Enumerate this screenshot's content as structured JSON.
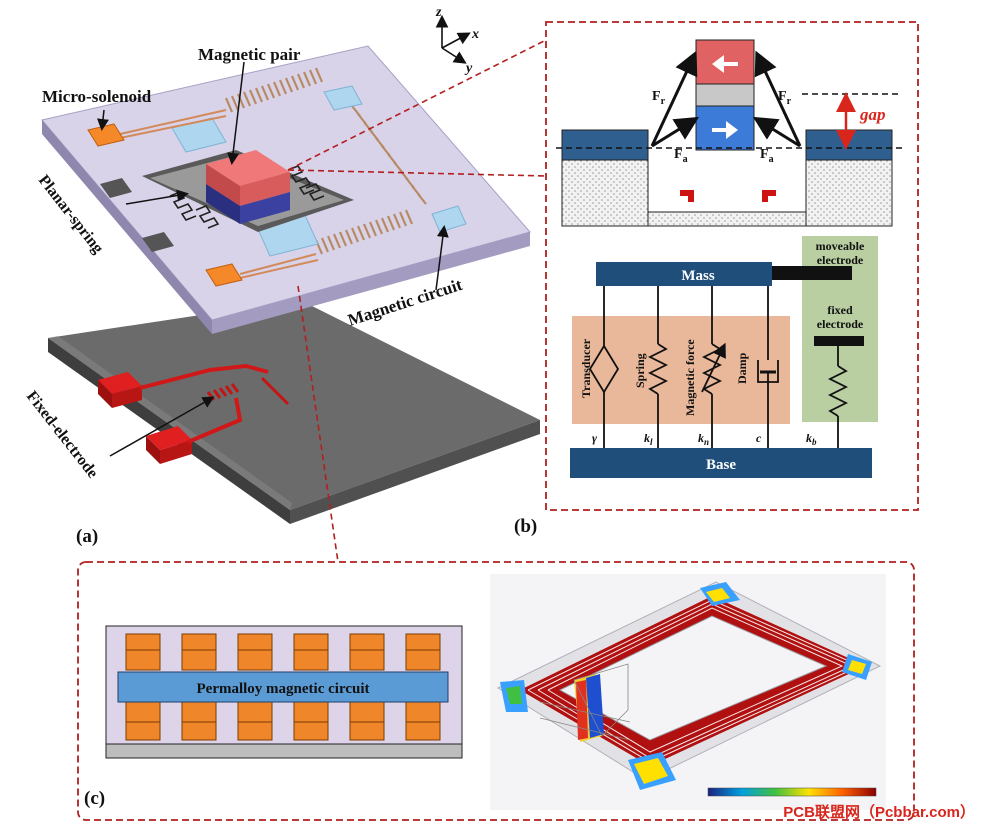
{
  "panel_a": {
    "label": "(a)",
    "axes": {
      "z": "z",
      "x": "x",
      "y": "y"
    },
    "callouts": {
      "micro_solenoid": "Micro-solenoid",
      "magnetic_pair": "Magnetic pair",
      "planar_spring": "Planar-spring",
      "magnetic_circuit": "Magnetic circuit",
      "fixed_electrode": "Fixed-electrode"
    }
  },
  "panel_b": {
    "label": "(b)",
    "force_labels": {
      "fr_left": "F",
      "fr_right": "F",
      "fa_left": "F",
      "fa_right": "F",
      "r_sub": "r",
      "a_sub": "a"
    },
    "gap_label": "gap",
    "model": {
      "mass": "Mass",
      "base": "Base",
      "moveable_electrode": [
        "moveable",
        "electrode"
      ],
      "fixed_electrode": [
        "fixed",
        "electrode"
      ],
      "elements": [
        "Transducer",
        "Spring",
        "Magnetic force",
        "Damp"
      ],
      "params": {
        "gamma": "γ",
        "kl": "k",
        "kl_sub": "l",
        "kn": "k",
        "kn_sub": "n",
        "c": "c",
        "kb": "k",
        "kb_sub": "b"
      }
    }
  },
  "panel_c": {
    "label": "(c)",
    "circuit_label": "Permalloy magnetic circuit"
  },
  "watermark": "PCB联盟网（Pcbbar.com）",
  "colors": {
    "frame_red": "#b21f1f",
    "navy": "#1f4e7a",
    "coil_orange": "#f0862a",
    "permalloy_blue": "#5b9bd5",
    "spring_box": "#e9b89a",
    "electrode_box": "#b9cfa2"
  }
}
